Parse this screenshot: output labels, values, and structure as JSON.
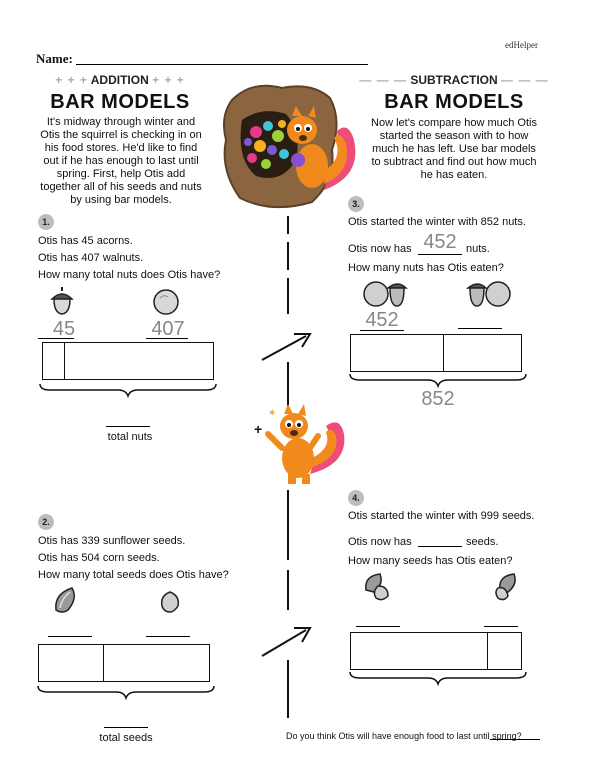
{
  "brand": "edHelper",
  "name_label": "Name:",
  "addition": {
    "tag_deco_left": "+ + +",
    "tag": "ADDITION",
    "tag_deco_right": "+ + +",
    "title": "BAR MODELS",
    "intro": "It's midway through winter and Otis the squirrel is checking in on his food stores. He'd like to find out if he has enough to last until spring. First, help Otis add together all of his seeds and nuts by using bar models."
  },
  "subtraction": {
    "tag_deco_left": "— — —",
    "tag": "SUBTRACTION",
    "tag_deco_right": "— — —",
    "title": "BAR MODELS",
    "intro": "Now let's compare how much Otis started the season with to how much he has left. Use bar models to subtract and find out how much he has eaten."
  },
  "q1": {
    "num": "1.",
    "line1": "Otis has 45 acorns.",
    "line2": "Otis has 407 walnuts.",
    "question": "How many total nuts does Otis have?",
    "value_a": "45",
    "value_b": "407",
    "caption": "total nuts"
  },
  "q2": {
    "num": "2.",
    "line1": "Otis has 339 sunflower seeds.",
    "line2": "Otis has 504 corn seeds.",
    "question": "How many total seeds does Otis have?",
    "caption": "total seeds"
  },
  "q3": {
    "num": "3.",
    "line1": "Otis started the winter with 852 nuts.",
    "line2_pre": "Otis now has",
    "line2_value": "452",
    "line2_post": "nuts.",
    "question": "How many nuts has Otis eaten?",
    "value_a": "452",
    "total": "852"
  },
  "q4": {
    "num": "4.",
    "line1": "Otis started the winter with 999 seeds.",
    "line2_pre": "Otis now has",
    "line2_post": "seeds.",
    "question": "How many seeds has Otis eaten?"
  },
  "footer_question": "Do you think Otis will have enough food to last until spring?"
}
